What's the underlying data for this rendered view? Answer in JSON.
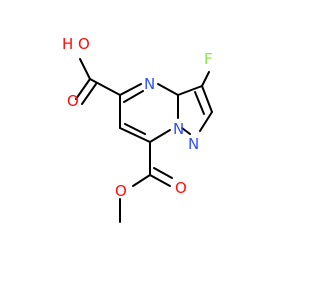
{
  "molecule": {
    "atoms": {
      "hydroxyl": "H O",
      "carboxyl_oxygen": "O",
      "ring_nitrogen_1": "N",
      "fluorine": "F",
      "ring_nitrogen_bridge": "N",
      "ring_nitrogen_2": "N",
      "ester_carbonyl_oxygen": "O",
      "ester_oxygen": "O"
    },
    "colors": {
      "bond": "#000000",
      "oxygen": "#ff0d0d",
      "nitrogen": "#3050f8",
      "fluorine": "#90e050"
    }
  }
}
